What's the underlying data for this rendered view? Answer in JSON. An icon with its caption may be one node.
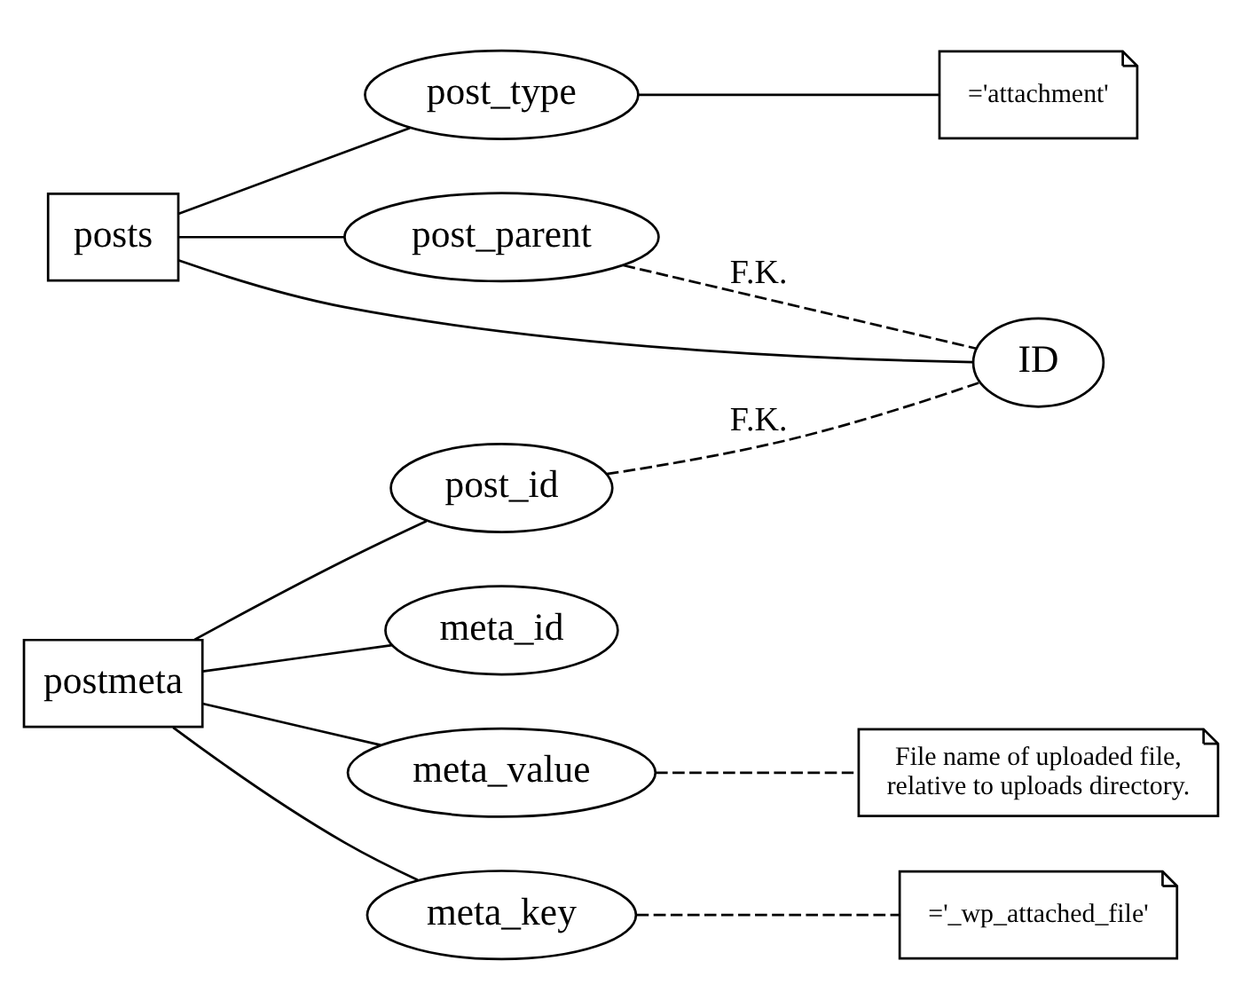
{
  "diagram": {
    "nodes": [
      {
        "text": [
          "posts"
        ]
      },
      {
        "text": [
          "post_type"
        ]
      },
      {
        "text": [
          "='attachment'"
        ]
      },
      {
        "text": [
          "post_parent"
        ]
      },
      {
        "text": [
          "ID"
        ]
      },
      {
        "text": [
          "post_id"
        ]
      },
      {
        "text": [
          "postmeta"
        ]
      },
      {
        "text": [
          "meta_id"
        ]
      },
      {
        "text": [
          "meta_value"
        ]
      },
      {
        "text": [
          "File name of uploaded file, relative to uploads directory."
        ]
      },
      {
        "text": [
          "meta_key"
        ]
      },
      {
        "text": [
          "='_wp_attached_file'"
        ]
      }
    ],
    "edges": [
      {
        "from": 0,
        "to": 1,
        "arrow": "none"
      },
      {
        "from": 1,
        "to": 2,
        "arrow": "none"
      },
      {
        "from": 0,
        "to": 4,
        "arrow": "none"
      },
      {
        "from": 0,
        "to": 3,
        "arrow": "none"
      },
      {
        "from": 3,
        "to": 4,
        "arrow": "none",
        "label": "F.K.",
        "style": "dashed"
      },
      {
        "from": 5,
        "to": 4,
        "arrow": "none",
        "label": "F.K.",
        "style": "dashed"
      },
      {
        "from": 6,
        "to": 5,
        "arrow": "none"
      },
      {
        "from": 6,
        "to": 7,
        "arrow": "none"
      },
      {
        "from": 6,
        "to": 8,
        "arrow": "none"
      },
      {
        "from": 8,
        "to": 9,
        "arrow": "none",
        "style": "dashed"
      },
      {
        "from": 6,
        "to": 10,
        "arrow": "none"
      },
      {
        "from": 10,
        "to": 11,
        "arrow": "none",
        "style": "dashed"
      }
    ]
  }
}
